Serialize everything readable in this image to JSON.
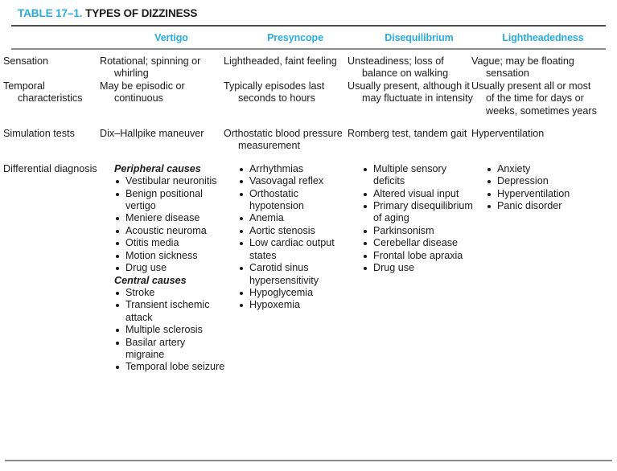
{
  "table": {
    "number_label": "TABLE 17–1.",
    "title": "TYPES OF DIZZINESS",
    "accent_color": "#29abe2",
    "rule_color_dark": "#4d4d4d",
    "rule_color_gray": "#8c8c8c",
    "columns": [
      {
        "key": "vertigo",
        "header": "Vertigo"
      },
      {
        "key": "presyncope",
        "header": "Presyncope"
      },
      {
        "key": "disequilibrium",
        "header": "Disequilibrium"
      },
      {
        "key": "lightheadedness",
        "header": "Lightheadedness"
      }
    ],
    "rows": [
      {
        "label": "Sensation",
        "cells": [
          "Rotational; spinning or whirling",
          "Lightheaded, faint feeling",
          "Unsteadiness; loss of balance on walking",
          "Vague; may be floating sensation"
        ]
      },
      {
        "label": "Temporal characteristics",
        "cells": [
          "May be episodic or continuous",
          "Typically episodes last seconds to hours",
          "Usually present, although it may fluctuate in intensity",
          "Usually present all or most of the time for days or weeks, sometimes years"
        ]
      },
      {
        "label": "Simulation tests",
        "cells": [
          "Dix–Hallpike maneuver",
          "Orthostatic blood pressure measurement",
          "Romberg test, tandem gait",
          "Hyperventilation"
        ]
      }
    ],
    "diagnosis_row": {
      "label": "Differential diagnosis",
      "vertigo": {
        "group_1_heading": "Peripheral causes",
        "group_1_items": [
          "Vestibular neuronitis",
          "Benign positional vertigo",
          "Meniere disease",
          "Acoustic neuroma",
          "Otitis media",
          "Motion sickness",
          "Drug use"
        ],
        "group_2_heading": "Central causes",
        "group_2_items": [
          "Stroke",
          "Transient ischemic attack",
          "Multiple sclerosis",
          "Basilar artery migraine",
          "Temporal lobe seizure"
        ]
      },
      "presyncope_items": [
        "Arrhythmias",
        "Vasovagal reflex",
        "Orthostatic hypotension",
        "Anemia",
        "Aortic stenosis",
        "Low cardiac output states",
        "Carotid sinus hypersensitivity",
        "Hypoglycemia",
        "Hypoxemia"
      ],
      "disequilibrium_items": [
        "Multiple sensory deficits",
        "Altered visual input",
        "Primary disequilibrium of aging",
        "Parkinsonism",
        "Cerebellar disease",
        "Frontal lobe apraxia",
        "Drug use"
      ],
      "lightheadedness_items": [
        "Anxiety",
        "Depression",
        "Hyperventilation",
        "Panic disorder"
      ]
    }
  }
}
